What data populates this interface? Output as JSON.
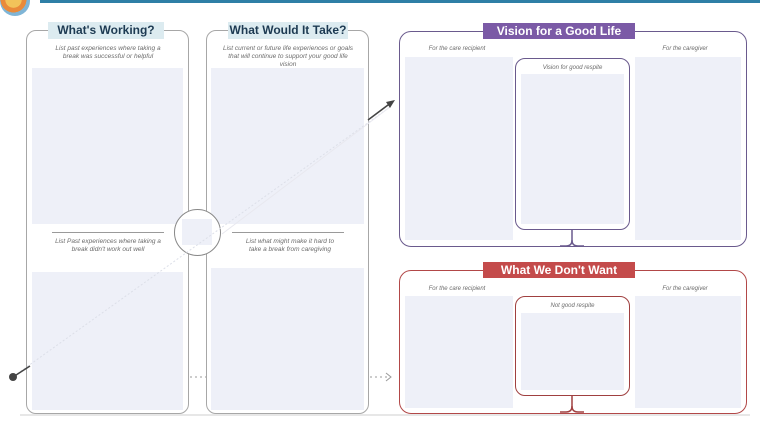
{
  "working": {
    "title": "What's Working?",
    "prompt_top": "List past experiences where taking a break was successful or helpful",
    "prompt_bottom": "List Past experiences where taking a break didn't work out well"
  },
  "take": {
    "title": "What Would It Take?",
    "prompt_top": "List current or future life experiences or goals that will continue to support your good life vision",
    "prompt_bottom": "List what might make it hard to take a break from caregiving"
  },
  "vision": {
    "title": "Vision for a Good Life",
    "left_label": "For the care recipient",
    "right_label": "For the caregiver",
    "center_label": "Vision for good respite"
  },
  "dont_want": {
    "title": "What We Don't Want",
    "left_label": "For the care recipient",
    "right_label": "For the caregiver",
    "center_label": "Not good respite"
  },
  "colors": {
    "accent_blue": "#2f7fa6",
    "purple": "#7b5aa6",
    "red": "#c44b4b",
    "fill": "#eef0f8"
  }
}
